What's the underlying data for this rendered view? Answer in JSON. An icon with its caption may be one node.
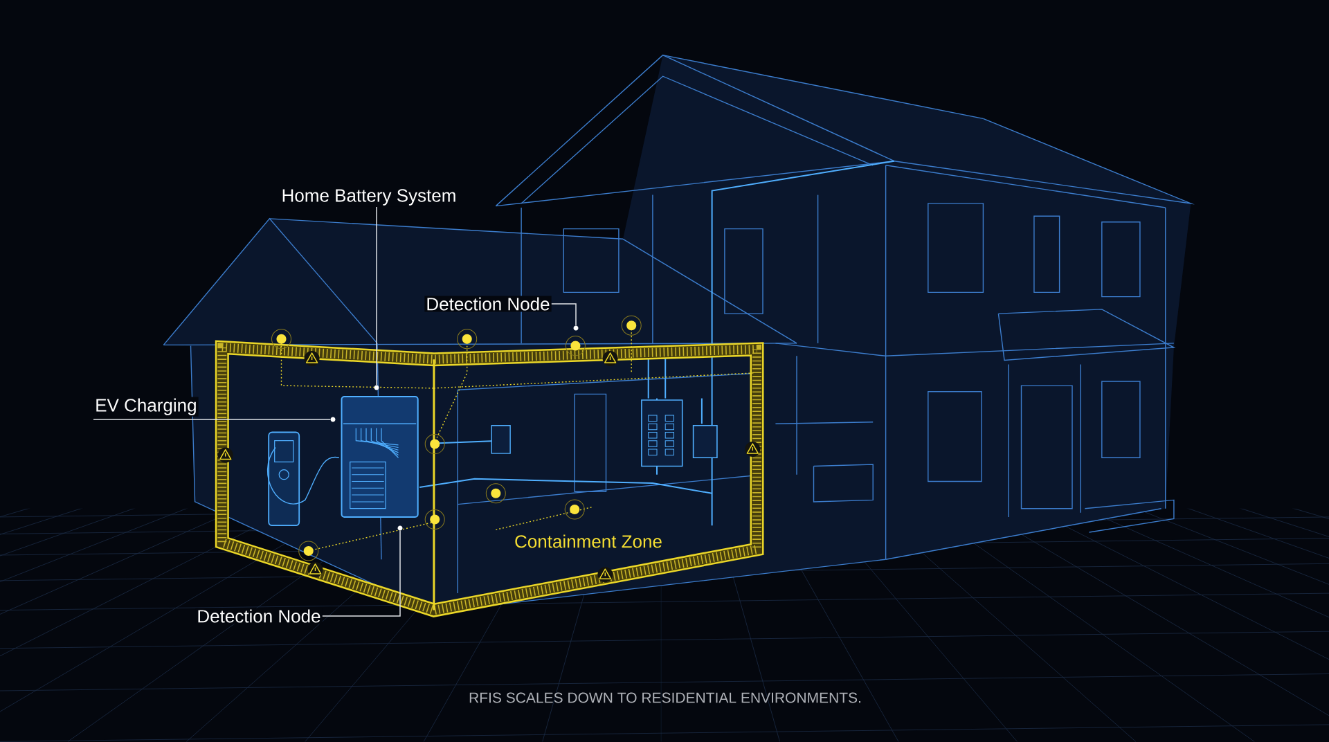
{
  "diagram": {
    "caption": "RFIS SCALES DOWN TO RESIDENTIAL ENVIRONMENTS.",
    "nodes": [
      {
        "text": [
          "Home Battery System"
        ]
      },
      {
        "text": [],
        "shape": "circle"
      },
      {
        "text": [
          "Detection Node"
        ]
      },
      {
        "text": [],
        "shape": "circle"
      },
      {
        "text": [
          "EV Charging"
        ]
      },
      {
        "text": [],
        "shape": "circle"
      },
      {
        "text": [
          "Detection Node"
        ]
      },
      {
        "text": [],
        "shape": "circle"
      }
    ],
    "edges": [
      {
        "from": 0,
        "to": 1,
        "arrow": "none"
      },
      {
        "from": 2,
        "to": 3,
        "arrow": "none"
      },
      {
        "from": 4,
        "to": 5,
        "arrow": "none"
      },
      {
        "from": 6,
        "to": 7,
        "arrow": "none"
      }
    ],
    "labels": [
      "Containment Zone"
    ]
  }
}
